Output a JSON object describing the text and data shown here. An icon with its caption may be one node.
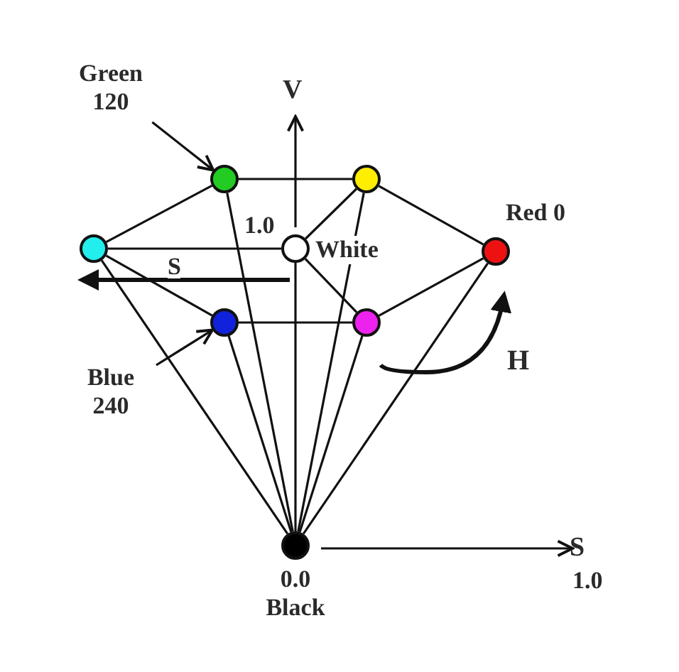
{
  "diagram": {
    "nodes": [
      {
        "text": [
          "Green 120"
        ]
      },
      {
        "text": [],
        "shape": "circle"
      },
      {
        "text": [],
        "shape": "circle"
      },
      {
        "text": [],
        "shape": "circle"
      },
      {
        "text": [],
        "shape": "circle",
        "beside": [
          "White"
        ]
      },
      {
        "text": [],
        "shape": "circle",
        "beside": [
          "Red 0"
        ]
      },
      {
        "text": [
          "Blue 240"
        ]
      },
      {
        "text": [],
        "shape": "circle"
      },
      {
        "text": [],
        "shape": "circle"
      },
      {
        "text": [],
        "shape": "circle",
        "beside": [
          "0.0 Black"
        ]
      }
    ],
    "edges": [
      {
        "from": 0,
        "to": 1,
        "arrow": "to"
      },
      {
        "from": 6,
        "to": 7,
        "arrow": "to"
      },
      {
        "from": 1,
        "to": 2,
        "arrow": "none"
      },
      {
        "from": 1,
        "to": 3,
        "arrow": "none"
      },
      {
        "from": 2,
        "to": 5,
        "arrow": "none"
      },
      {
        "from": 3,
        "to": 4,
        "arrow": "none"
      },
      {
        "from": 4,
        "to": 2,
        "arrow": "none"
      },
      {
        "from": 4,
        "to": 8,
        "arrow": "none"
      },
      {
        "from": 3,
        "to": 7,
        "arrow": "none"
      },
      {
        "from": 7,
        "to": 8,
        "arrow": "none"
      },
      {
        "from": 8,
        "to": 5,
        "arrow": "none"
      },
      {
        "from": 1,
        "to": 9,
        "arrow": "none"
      },
      {
        "from": 2,
        "to": 9,
        "arrow": "none"
      },
      {
        "from": 3,
        "to": 9,
        "arrow": "none"
      },
      {
        "from": 4,
        "to": 9,
        "arrow": "none"
      },
      {
        "from": 5,
        "to": 9,
        "arrow": "none"
      },
      {
        "from": 7,
        "to": 9,
        "arrow": "none"
      },
      {
        "from": 8,
        "to": 9,
        "arrow": "none"
      }
    ],
    "labels": [
      "V",
      "1.0",
      "S",
      "H",
      "S",
      "1.0"
    ]
  }
}
